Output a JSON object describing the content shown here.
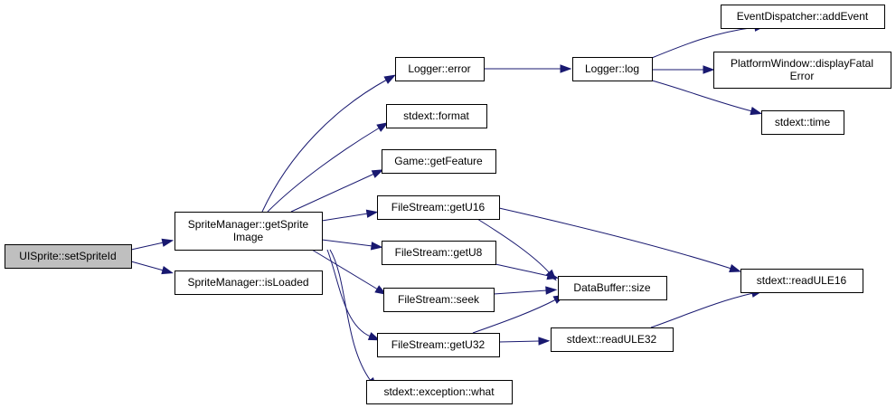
{
  "graph": {
    "nodes": [
      {
        "id": "setSpriteId",
        "lines": [
          "UISprite::setSpriteId"
        ]
      },
      {
        "id": "getSpriteImage",
        "lines": [
          "SpriteManager::getSprite",
          "Image"
        ]
      },
      {
        "id": "isLoaded",
        "lines": [
          "SpriteManager::isLoaded"
        ]
      },
      {
        "id": "loggerError",
        "lines": [
          "Logger::error"
        ]
      },
      {
        "id": "stdextFormat",
        "lines": [
          "stdext::format"
        ]
      },
      {
        "id": "gameGetFeature",
        "lines": [
          "Game::getFeature"
        ]
      },
      {
        "id": "fsGetU16",
        "lines": [
          "FileStream::getU16"
        ]
      },
      {
        "id": "fsGetU8",
        "lines": [
          "FileStream::getU8"
        ]
      },
      {
        "id": "fsSeek",
        "lines": [
          "FileStream::seek"
        ]
      },
      {
        "id": "fsGetU32",
        "lines": [
          "FileStream::getU32"
        ]
      },
      {
        "id": "exceptionWhat",
        "lines": [
          "stdext::exception::what"
        ]
      },
      {
        "id": "loggerLog",
        "lines": [
          "Logger::log"
        ]
      },
      {
        "id": "dataBufferSize",
        "lines": [
          "DataBuffer::size"
        ]
      },
      {
        "id": "readULE32",
        "lines": [
          "stdext::readULE32"
        ]
      },
      {
        "id": "addEvent",
        "lines": [
          "EventDispatcher::addEvent"
        ]
      },
      {
        "id": "displayFatalError",
        "lines": [
          "PlatformWindow::displayFatal",
          "Error"
        ]
      },
      {
        "id": "stdextTime",
        "lines": [
          "stdext::time"
        ]
      },
      {
        "id": "readULE16",
        "lines": [
          "stdext::readULE16"
        ]
      }
    ],
    "edges": [
      {
        "from": "setSpriteId",
        "to": "getSpriteImage"
      },
      {
        "from": "setSpriteId",
        "to": "isLoaded"
      },
      {
        "from": "getSpriteImage",
        "to": "loggerError"
      },
      {
        "from": "getSpriteImage",
        "to": "stdextFormat"
      },
      {
        "from": "getSpriteImage",
        "to": "gameGetFeature"
      },
      {
        "from": "getSpriteImage",
        "to": "fsGetU16"
      },
      {
        "from": "getSpriteImage",
        "to": "fsGetU8"
      },
      {
        "from": "getSpriteImage",
        "to": "fsSeek"
      },
      {
        "from": "getSpriteImage",
        "to": "fsGetU32"
      },
      {
        "from": "getSpriteImage",
        "to": "exceptionWhat"
      },
      {
        "from": "loggerError",
        "to": "loggerLog"
      },
      {
        "from": "loggerLog",
        "to": "addEvent"
      },
      {
        "from": "loggerLog",
        "to": "displayFatalError"
      },
      {
        "from": "loggerLog",
        "to": "stdextTime"
      },
      {
        "from": "fsGetU16",
        "to": "dataBufferSize"
      },
      {
        "from": "fsGetU16",
        "to": "readULE16"
      },
      {
        "from": "fsGetU8",
        "to": "dataBufferSize"
      },
      {
        "from": "fsSeek",
        "to": "dataBufferSize"
      },
      {
        "from": "fsGetU32",
        "to": "dataBufferSize"
      },
      {
        "from": "fsGetU32",
        "to": "readULE32"
      },
      {
        "from": "readULE32",
        "to": "readULE16"
      }
    ]
  },
  "colors": {
    "edge": "#191970",
    "root_fill": "#bfbfbf",
    "node_fill": "#ffffff",
    "node_border": "#000000"
  }
}
